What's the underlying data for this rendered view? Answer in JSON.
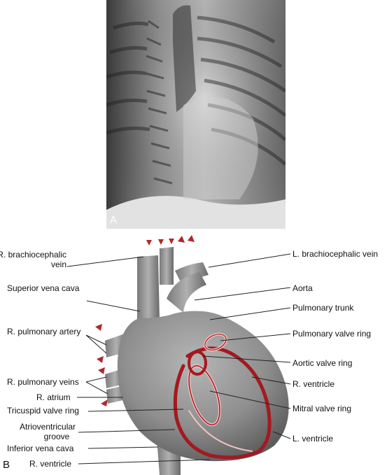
{
  "panel_a": {
    "letter": "A"
  },
  "panel_b": {
    "letter": "B",
    "labels": {
      "r_brachiocephalic_vein_1": "R. brachiocephalic",
      "r_brachiocephalic_vein_2": "vein",
      "superior_vena_cava": "Superior vena cava",
      "r_pulmonary_artery": "R. pulmonary artery",
      "r_pulmonary_veins": "R. pulmonary veins",
      "r_atrium": "R. atrium",
      "tricuspid_valve_ring": "Tricuspid valve ring",
      "av_groove_1": "Atrioventricular",
      "av_groove_2": "groove",
      "inferior_vena_cava": "Inferior vena cava",
      "r_ventricle_bottom": "R. ventricle",
      "l_brachiocephalic_vein": "L. brachiocephalic vein",
      "aorta": "Aorta",
      "pulmonary_trunk": "Pulmonary trunk",
      "pulmonary_valve_ring": "Pulmonary valve ring",
      "aortic_valve_ring": "Aortic valve ring",
      "r_ventricle_right": "R. ventricle",
      "mitral_valve_ring": "Mitral valve ring",
      "l_ventricle": "L. ventricle"
    }
  },
  "colors": {
    "arrow_red": "#b3262b",
    "ring_dark": "#a4191f",
    "ring_light": "#f2c4c4",
    "heart_gray": "#8e8e8e"
  }
}
